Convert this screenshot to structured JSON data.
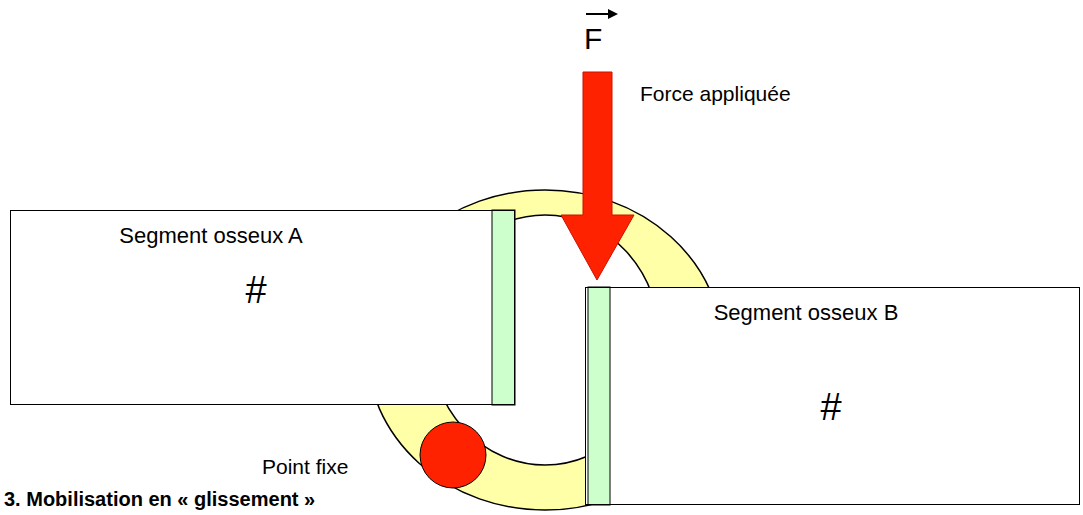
{
  "diagram": {
    "nodes": [
      {
        "text": [
          "Segment osseux A",
          "#"
        ]
      },
      {
        "text": [
          "Segment osseux B",
          "#"
        ]
      }
    ],
    "labels": [
      "F",
      "Force appliquée",
      "Point fixe",
      "3. Mobilisation en « glissement »"
    ]
  }
}
